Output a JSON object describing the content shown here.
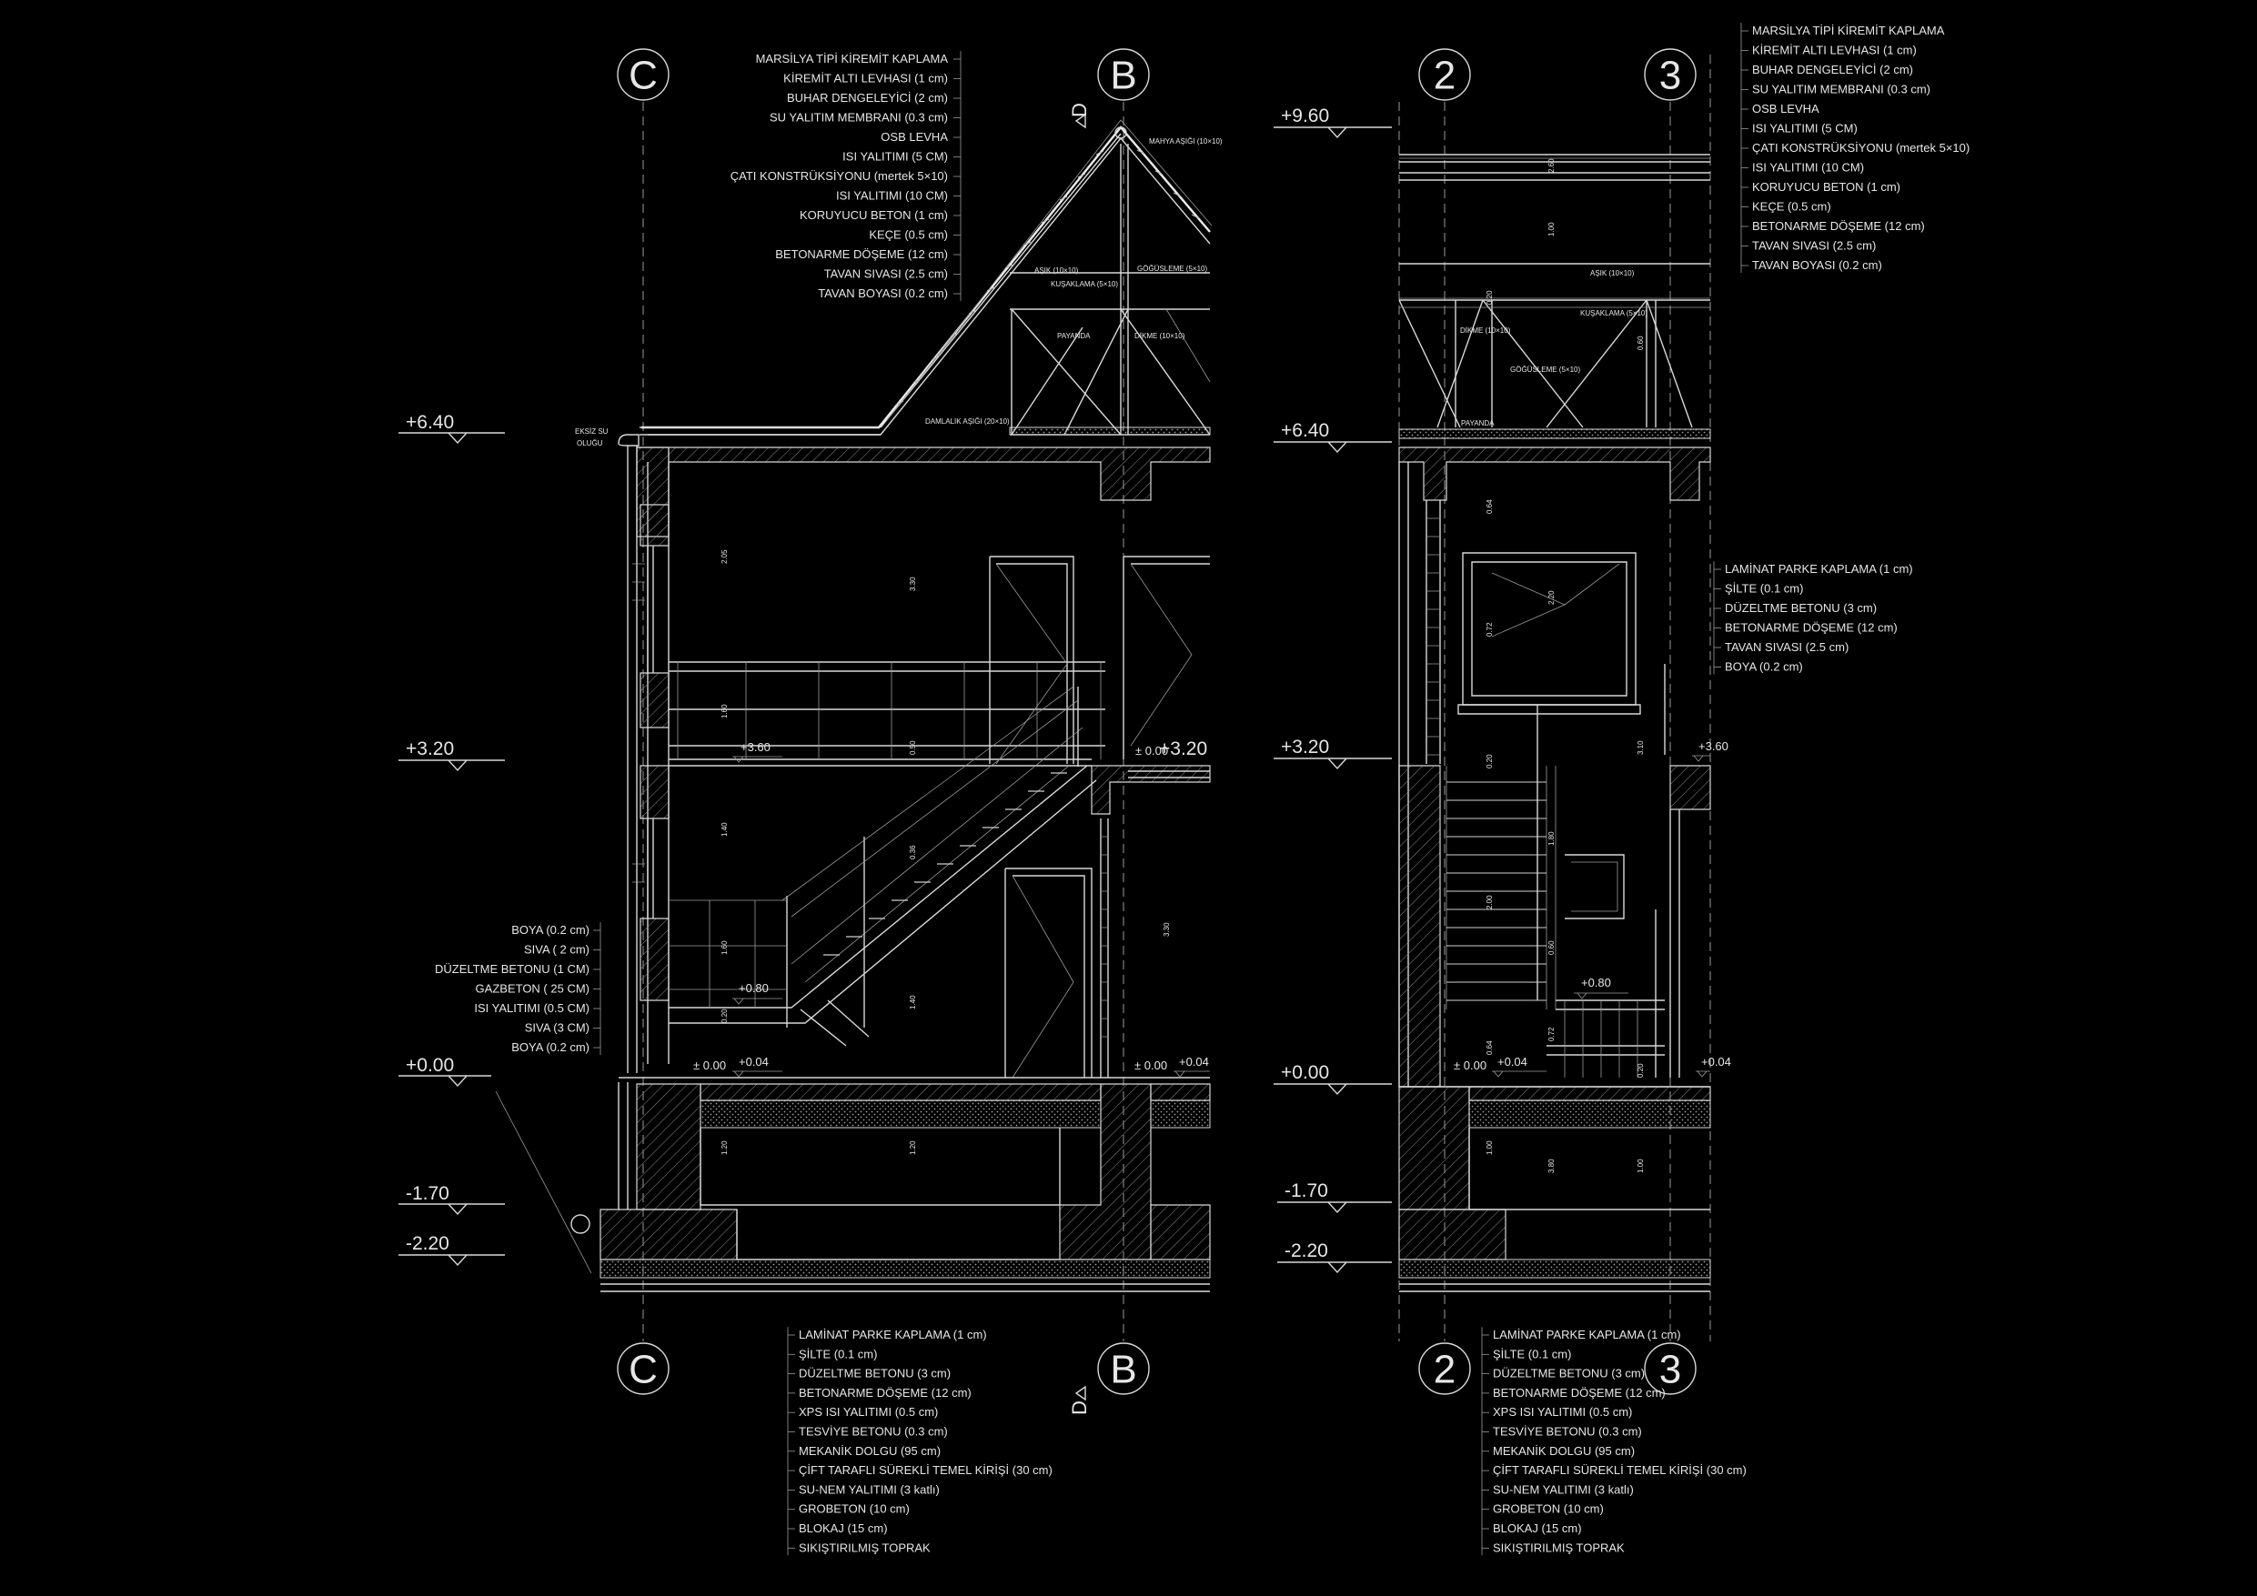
{
  "axes": {
    "c_top": "C",
    "b_top": "B",
    "c_bottom": "C",
    "b_bottom": "B",
    "two_top": "2",
    "three_top": "3",
    "two_bottom": "2",
    "three_bottom": "3",
    "section_mark": "D"
  },
  "levels": {
    "left": {
      "p640": "+6.40",
      "p320": "+3.20",
      "p000": "+0.00",
      "m170": "-1.70",
      "m220": "-2.20"
    },
    "right": {
      "p960": "+9.60",
      "p640": "+6.40",
      "p320": "+3.20",
      "p000": "+0.00",
      "m170": "-1.70",
      "m220": "-2.20"
    }
  },
  "inner_levels": {
    "left_p360": "+3.60",
    "left_pm000": "± 0.00",
    "left_p320": "+3.20",
    "left_p080": "+0.80",
    "left_pm000b": "± 0.00",
    "left_p004a": "+0.04",
    "left_pm000c": "± 0.00",
    "left_p004b": "+0.04",
    "right_p360": "+3.60",
    "right_p080": "+0.80",
    "right_pm000": "± 0.00",
    "right_p004a": "+0.04",
    "right_p004b": "+0.04"
  },
  "roof_layers_left": [
    "MARSİLYA TİPİ KİREMİT KAPLAMA",
    "KİREMİT ALTI LEVHASI (1 cm)",
    "BUHAR DENGELEYİCİ (2 cm)",
    "SU YALITIM MEMBRANI (0.3 cm)",
    "OSB LEVHA",
    "ISI YALITIMI (5 CM)",
    "ÇATI KONSTRÜKSİYONU (mertek 5×10)",
    "ISI YALITIMI (10 CM)",
    "KORUYUCU BETON (1 cm)",
    "KEÇE (0.5 cm)",
    "BETONARME DÖŞEME (12 cm)",
    "TAVAN SIVASI (2.5 cm)",
    "TAVAN BOYASI (0.2 cm)"
  ],
  "roof_layers_right": [
    "MARSİLYA TİPİ KİREMİT KAPLAMA",
    "KİREMİT ALTI LEVHASI (1 cm)",
    "BUHAR DENGELEYİCİ (2 cm)",
    "SU YALITIM MEMBRANI (0.3 cm)",
    "OSB LEVHA",
    "ISI YALITIMI (5 CM)",
    "ÇATI KONSTRÜKSİYONU (mertek 5×10)",
    "ISI YALITIMI (10 CM)",
    "KORUYUCU BETON (1 cm)",
    "KEÇE (0.5 cm)",
    "BETONARME DÖŞEME (12 cm)",
    "TAVAN SIVASI (2.5 cm)",
    "TAVAN BOYASI (0.2 cm)"
  ],
  "wall_layers": [
    "BOYA (0.2 cm)",
    "SIVA ( 2 cm)",
    "DÜZELTME BETONU (1 CM)",
    "GAZBETON ( 25 CM)",
    "ISI YALITIMI (0.5 CM)",
    "SIVA (3 CM)",
    "BOYA (0.2 cm)"
  ],
  "floor_layers_mid": [
    "LAMİNAT PARKE KAPLAMA (1 cm)",
    "ŞİLTE  (0.1 cm)",
    "DÜZELTME BETONU (3 cm)",
    "BETONARME DÖŞEME (12 cm)",
    "TAVAN SIVASI (2.5 cm)",
    "BOYA (0.2 cm)"
  ],
  "ground_layers_left": [
    "LAMİNAT PARKE KAPLAMA (1 cm)",
    "ŞİLTE  (0.1 cm)",
    "DÜZELTME BETONU (3 cm)",
    "BETONARME DÖŞEME (12 cm)",
    "XPS ISI YALITIMI (0.5 cm)",
    "TESVİYE BETONU (0.3 cm)",
    "MEKANİK DOLGU (95 cm)",
    "ÇİFT TARAFLI SÜREKLİ TEMEL KİRİŞİ (30 cm)",
    "SU-NEM YALITIMI (3 katlı)",
    "GROBETON (10 cm)",
    "BLOKAJ (15 cm)",
    "SIKIŞTIRILMIŞ TOPRAK"
  ],
  "ground_layers_right": [
    "LAMİNAT PARKE KAPLAMA (1 cm)",
    "ŞİLTE  (0.1 cm)",
    "DÜZELTME BETONU (3 cm)",
    "BETONARME DÖŞEME (12 cm)",
    "XPS ISI YALITIMI (0.5 cm)",
    "TESVİYE BETONU (0.3 cm)",
    "MEKANİK DOLGU (95 cm)",
    "ÇİFT TARAFLI SÜREKLİ TEMEL KİRİŞİ (30 cm)",
    "SU-NEM YALITIMI (3 katlı)",
    "GROBETON (10 cm)",
    "BLOKAJ (15 cm)",
    "SIKIŞTIRILMIŞ TOPRAK"
  ],
  "truss_left": {
    "ridge": "MAHYA AŞIĞI (10×10)",
    "purlin": "AŞIK (10×10)",
    "collar": "KUŞAKLAMA (5×10)",
    "chest": "GÖĞÜSLEME (5×10)",
    "strut": "PAYANDA",
    "post": "DİKME (10×10)",
    "wallplate": "DAMLALIK AŞIĞI (20×10)",
    "gutter_1": "EKSİZ SU",
    "gutter_2": "OLUĞU"
  },
  "truss_right": {
    "purlin": "AŞIK (10×10)",
    "collar": "KUŞAKLAMA (5×10)",
    "post": "DİKME (10×10)",
    "chest": "GÖĞÜSLEME (5×10)",
    "strut": "PAYANDA"
  },
  "dims": [
    "2.05",
    "3.30",
    "1.60",
    "1.40",
    "1.40",
    "0.20",
    "1.60",
    "0.36",
    "3.30",
    "0.50",
    "1.20",
    "1.20",
    "2.60",
    "1.00",
    "0.20",
    "0.60",
    "0.64",
    "2.20",
    "0.72",
    "0.20",
    "1.80",
    "3.10",
    "2.00",
    "0.64",
    "0.60",
    "0.72",
    "0.20",
    "3.80",
    "1.00",
    "1.00"
  ]
}
